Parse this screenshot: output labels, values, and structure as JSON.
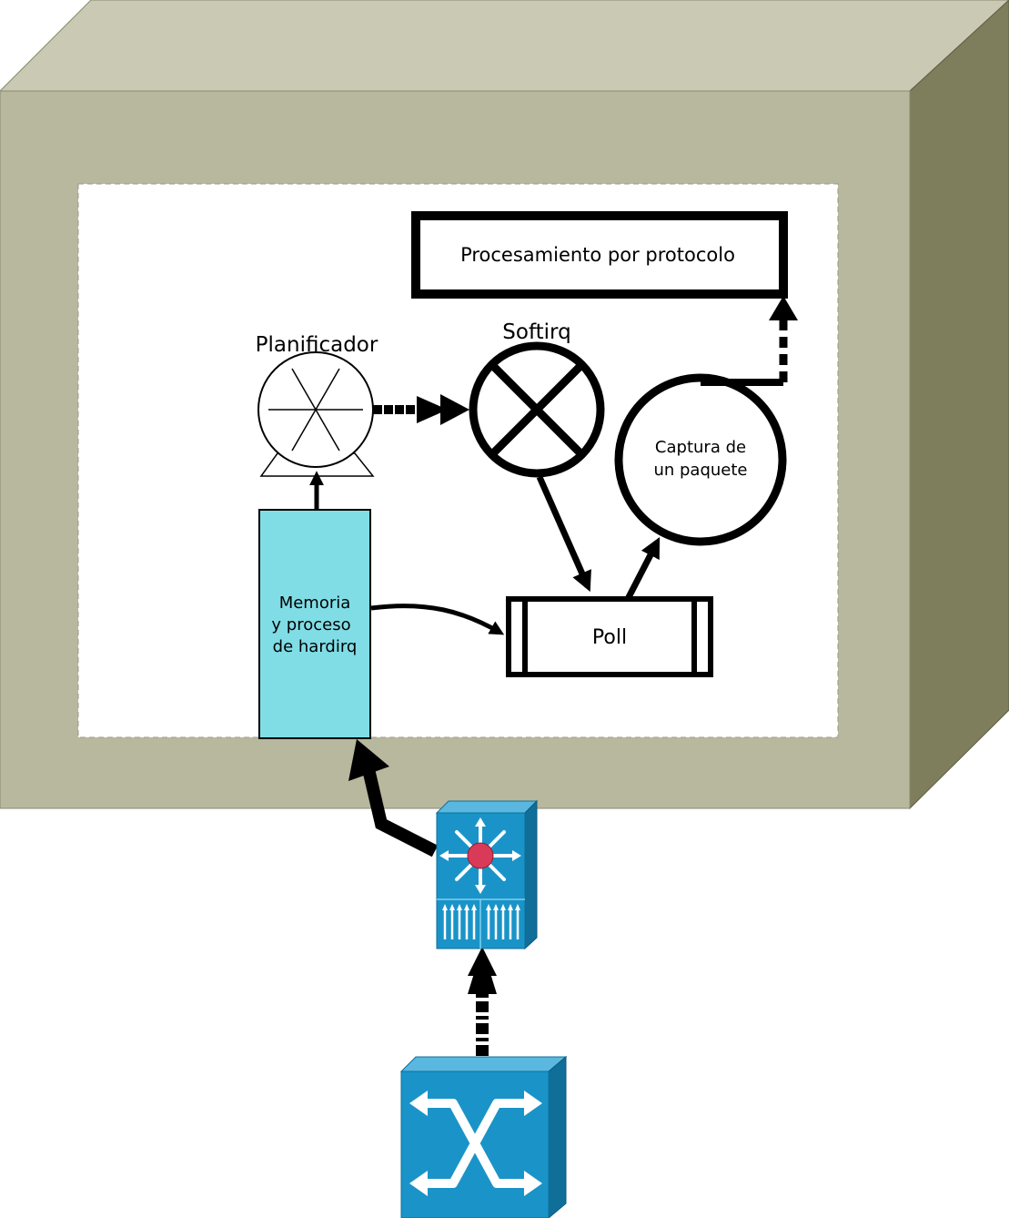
{
  "labels": {
    "procesamiento": "Procesamiento por protocolo",
    "planificador": "Planificador",
    "softirq": "Softirq",
    "captura_line1": "Captura de",
    "captura_line2": "un paquete",
    "memoria_line1": "Memoria",
    "memoria_line2": "y proceso",
    "memoria_line3": "de hardirq",
    "poll": "Poll"
  },
  "colors": {
    "box_front": "#b8b89e",
    "box_top": "#c9c9b4",
    "box_side": "#7e7e5c",
    "memory_block": "#80dde6",
    "device_blue": "#1a94c8",
    "device_blue_dark": "#0f6f99",
    "device_center": "#d83a58"
  },
  "icons": {
    "layer3_switch": "layer3-switch-icon",
    "atm_switch": "atm-switch-icon"
  }
}
